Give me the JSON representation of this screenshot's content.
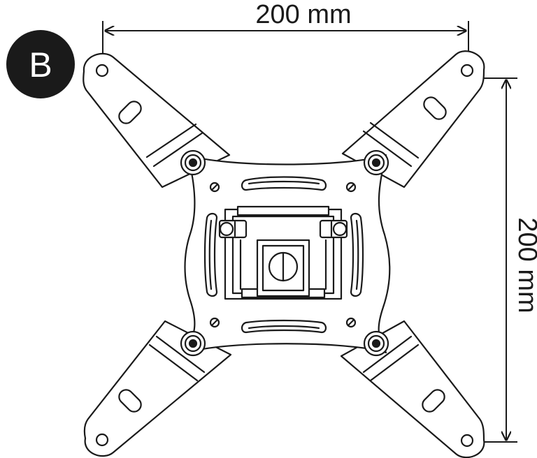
{
  "badge": {
    "label": "B"
  },
  "dimensions": {
    "horizontal": {
      "label": "200 mm"
    },
    "vertical": {
      "label": "200 mm"
    }
  },
  "icons": {
    "badge": "letter-badge-icon",
    "bracket": "vesa-mount-bracket-icon"
  },
  "colors": {
    "line": "#1a1a1a",
    "fill": "#ffffff",
    "badge_bg": "#1a1a1a",
    "badge_fg": "#ffffff"
  }
}
